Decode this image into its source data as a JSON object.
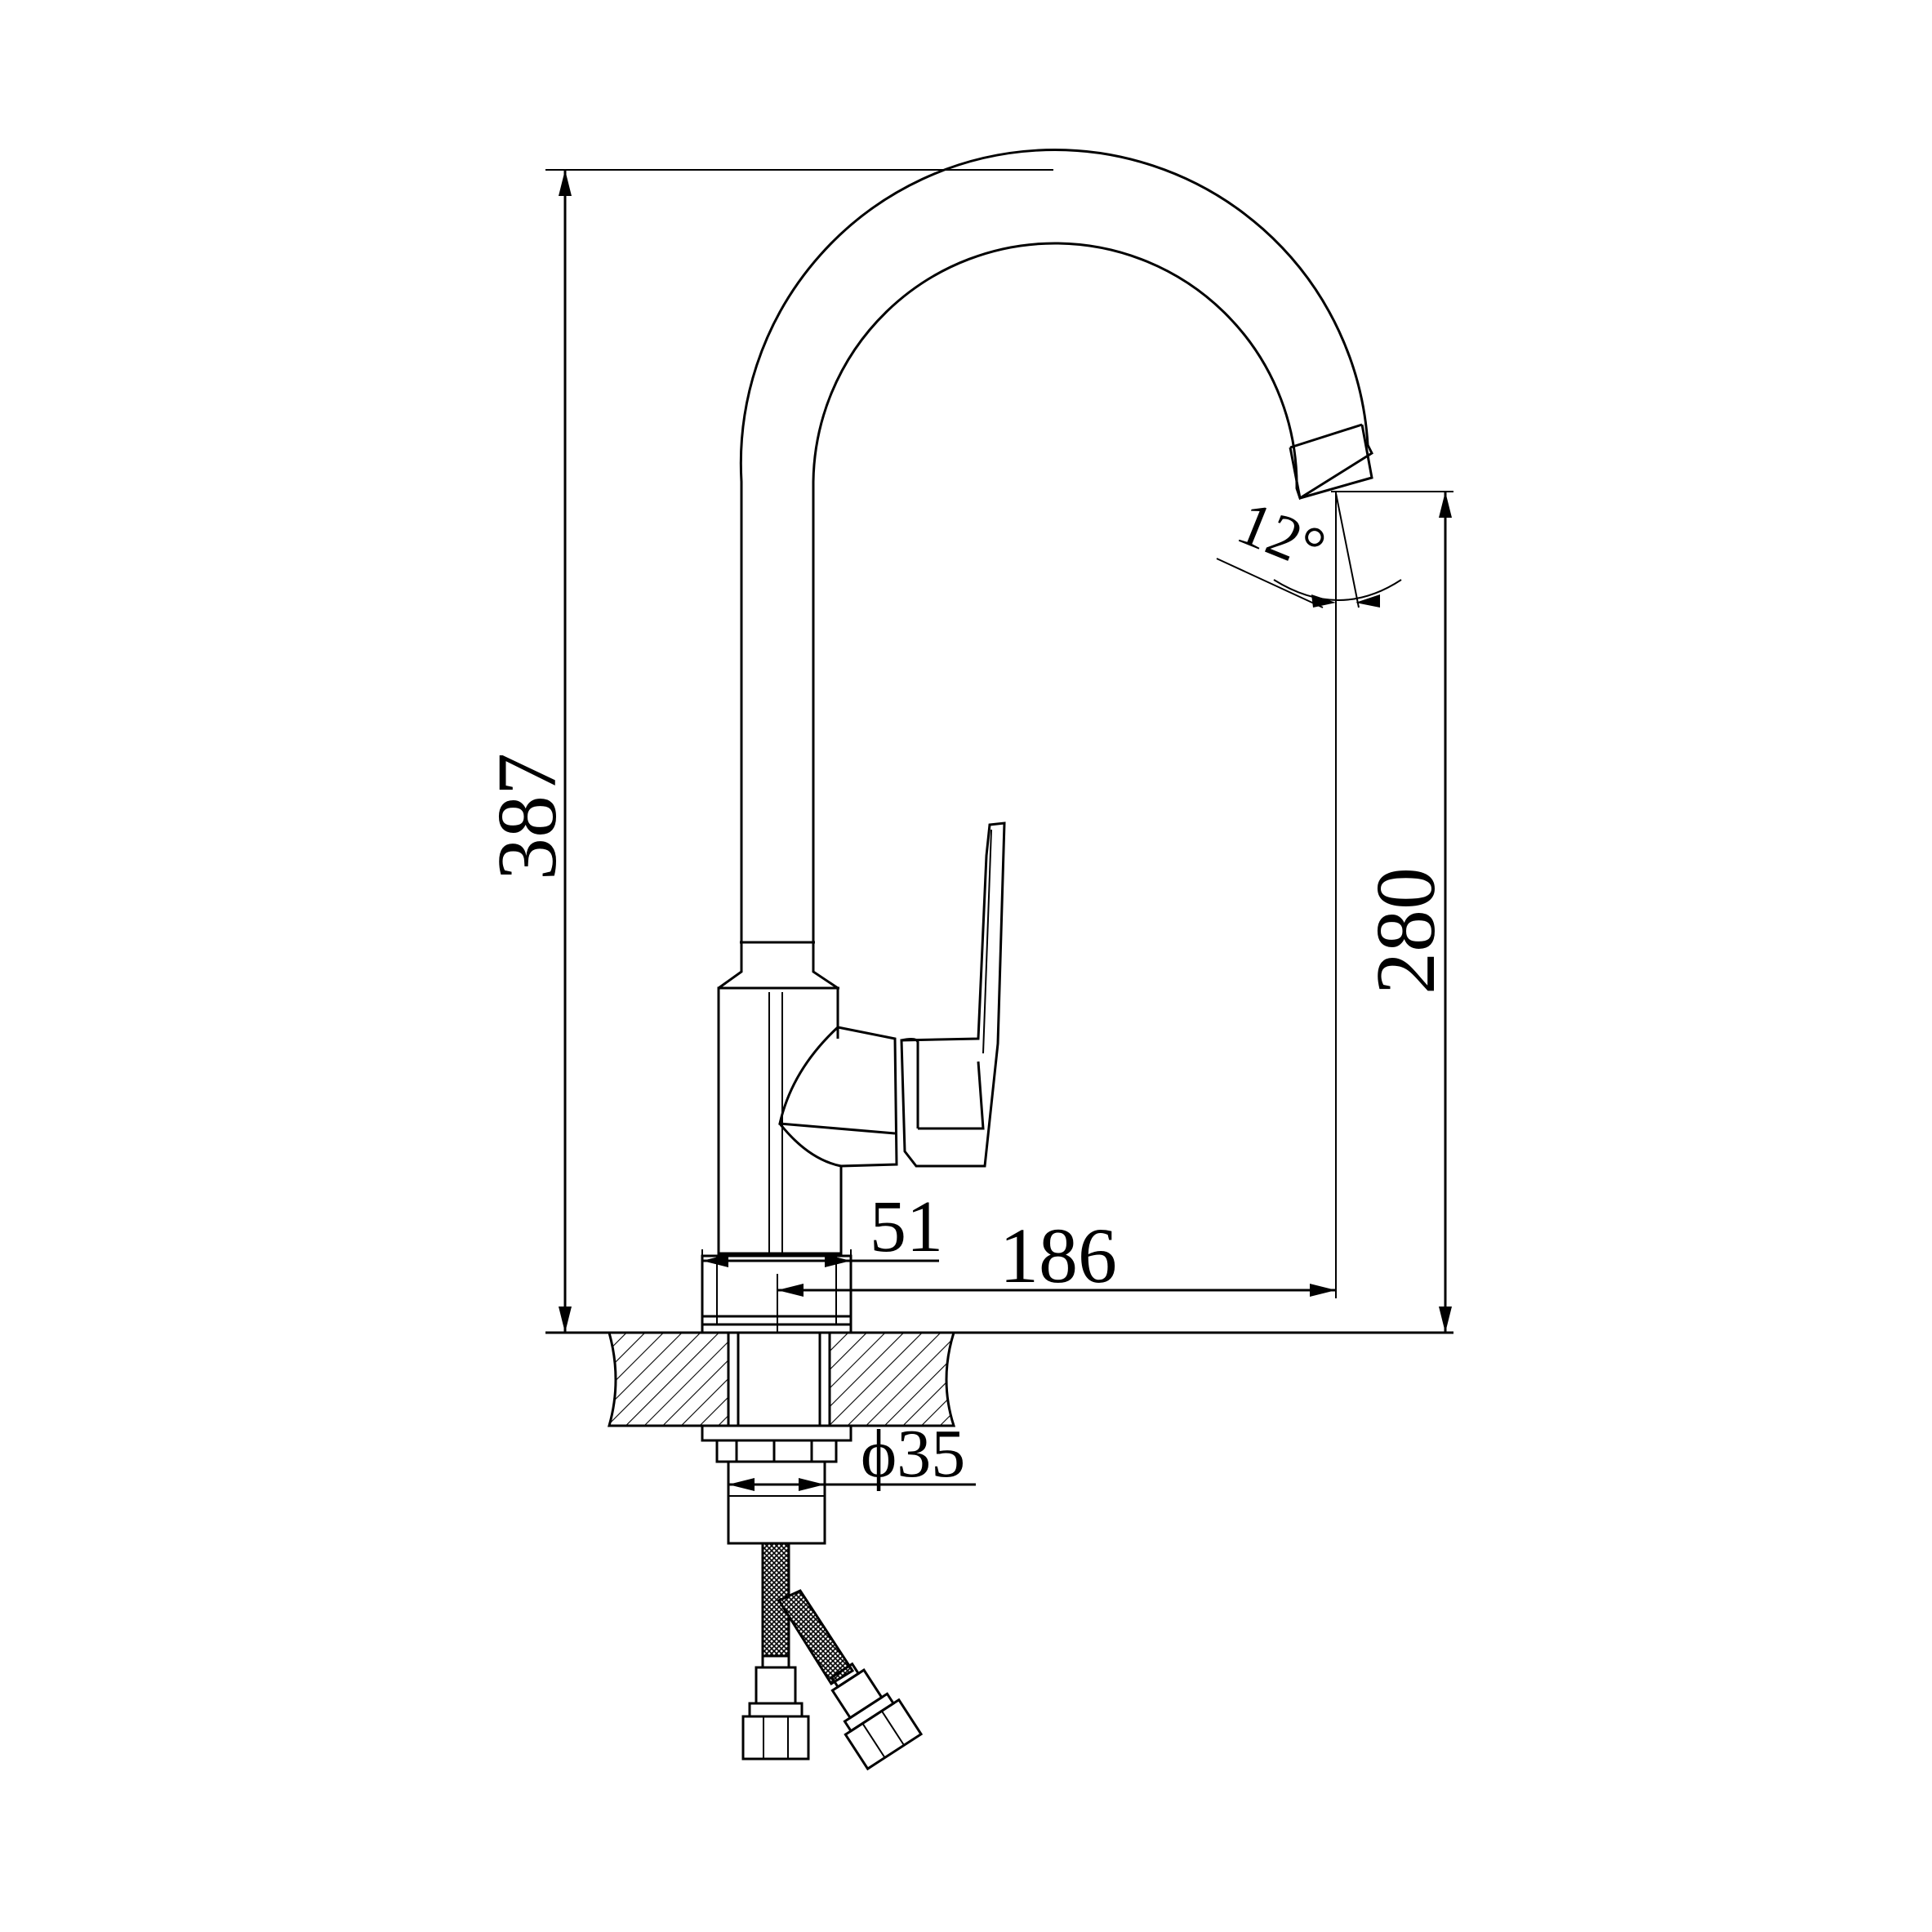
{
  "dimensions": {
    "total_height": "387",
    "spout_height": "280",
    "reach": "186",
    "base_diameter": "51",
    "hole_diameter": "ϕ35",
    "spout_angle": "12°"
  },
  "colors": {
    "line": "#000000",
    "background": "#ffffff"
  }
}
